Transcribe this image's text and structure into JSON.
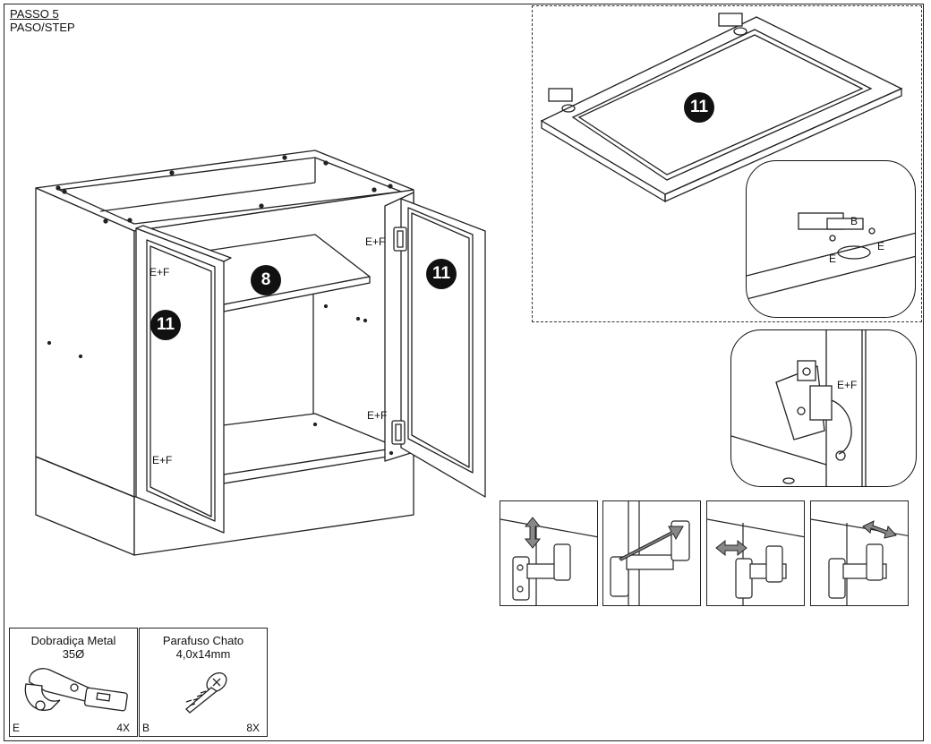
{
  "step": {
    "title": "PASSO 5",
    "subtitle": "PASO/STEP"
  },
  "callouts": {
    "left_door_part": "11",
    "right_door_part": "11",
    "shelf_part": "8",
    "detail_door_part": "11",
    "hinge_label": "E+F",
    "detail_label_b": "B",
    "detail_label_e": "E"
  },
  "parts": [
    {
      "name_line1": "Dobradiça Metal",
      "name_line2": "35Ø",
      "code": "E",
      "qty": "4X",
      "icon": "hinge-icon"
    },
    {
      "name_line1": "Parafuso Chato",
      "name_line2": "4,0x14mm",
      "code": "B",
      "qty": "8X",
      "icon": "screw-icon"
    }
  ],
  "adjustment_steps": [
    "vertical-adjust",
    "depth-adjust",
    "horizontal-adjust",
    "side-adjust"
  ]
}
